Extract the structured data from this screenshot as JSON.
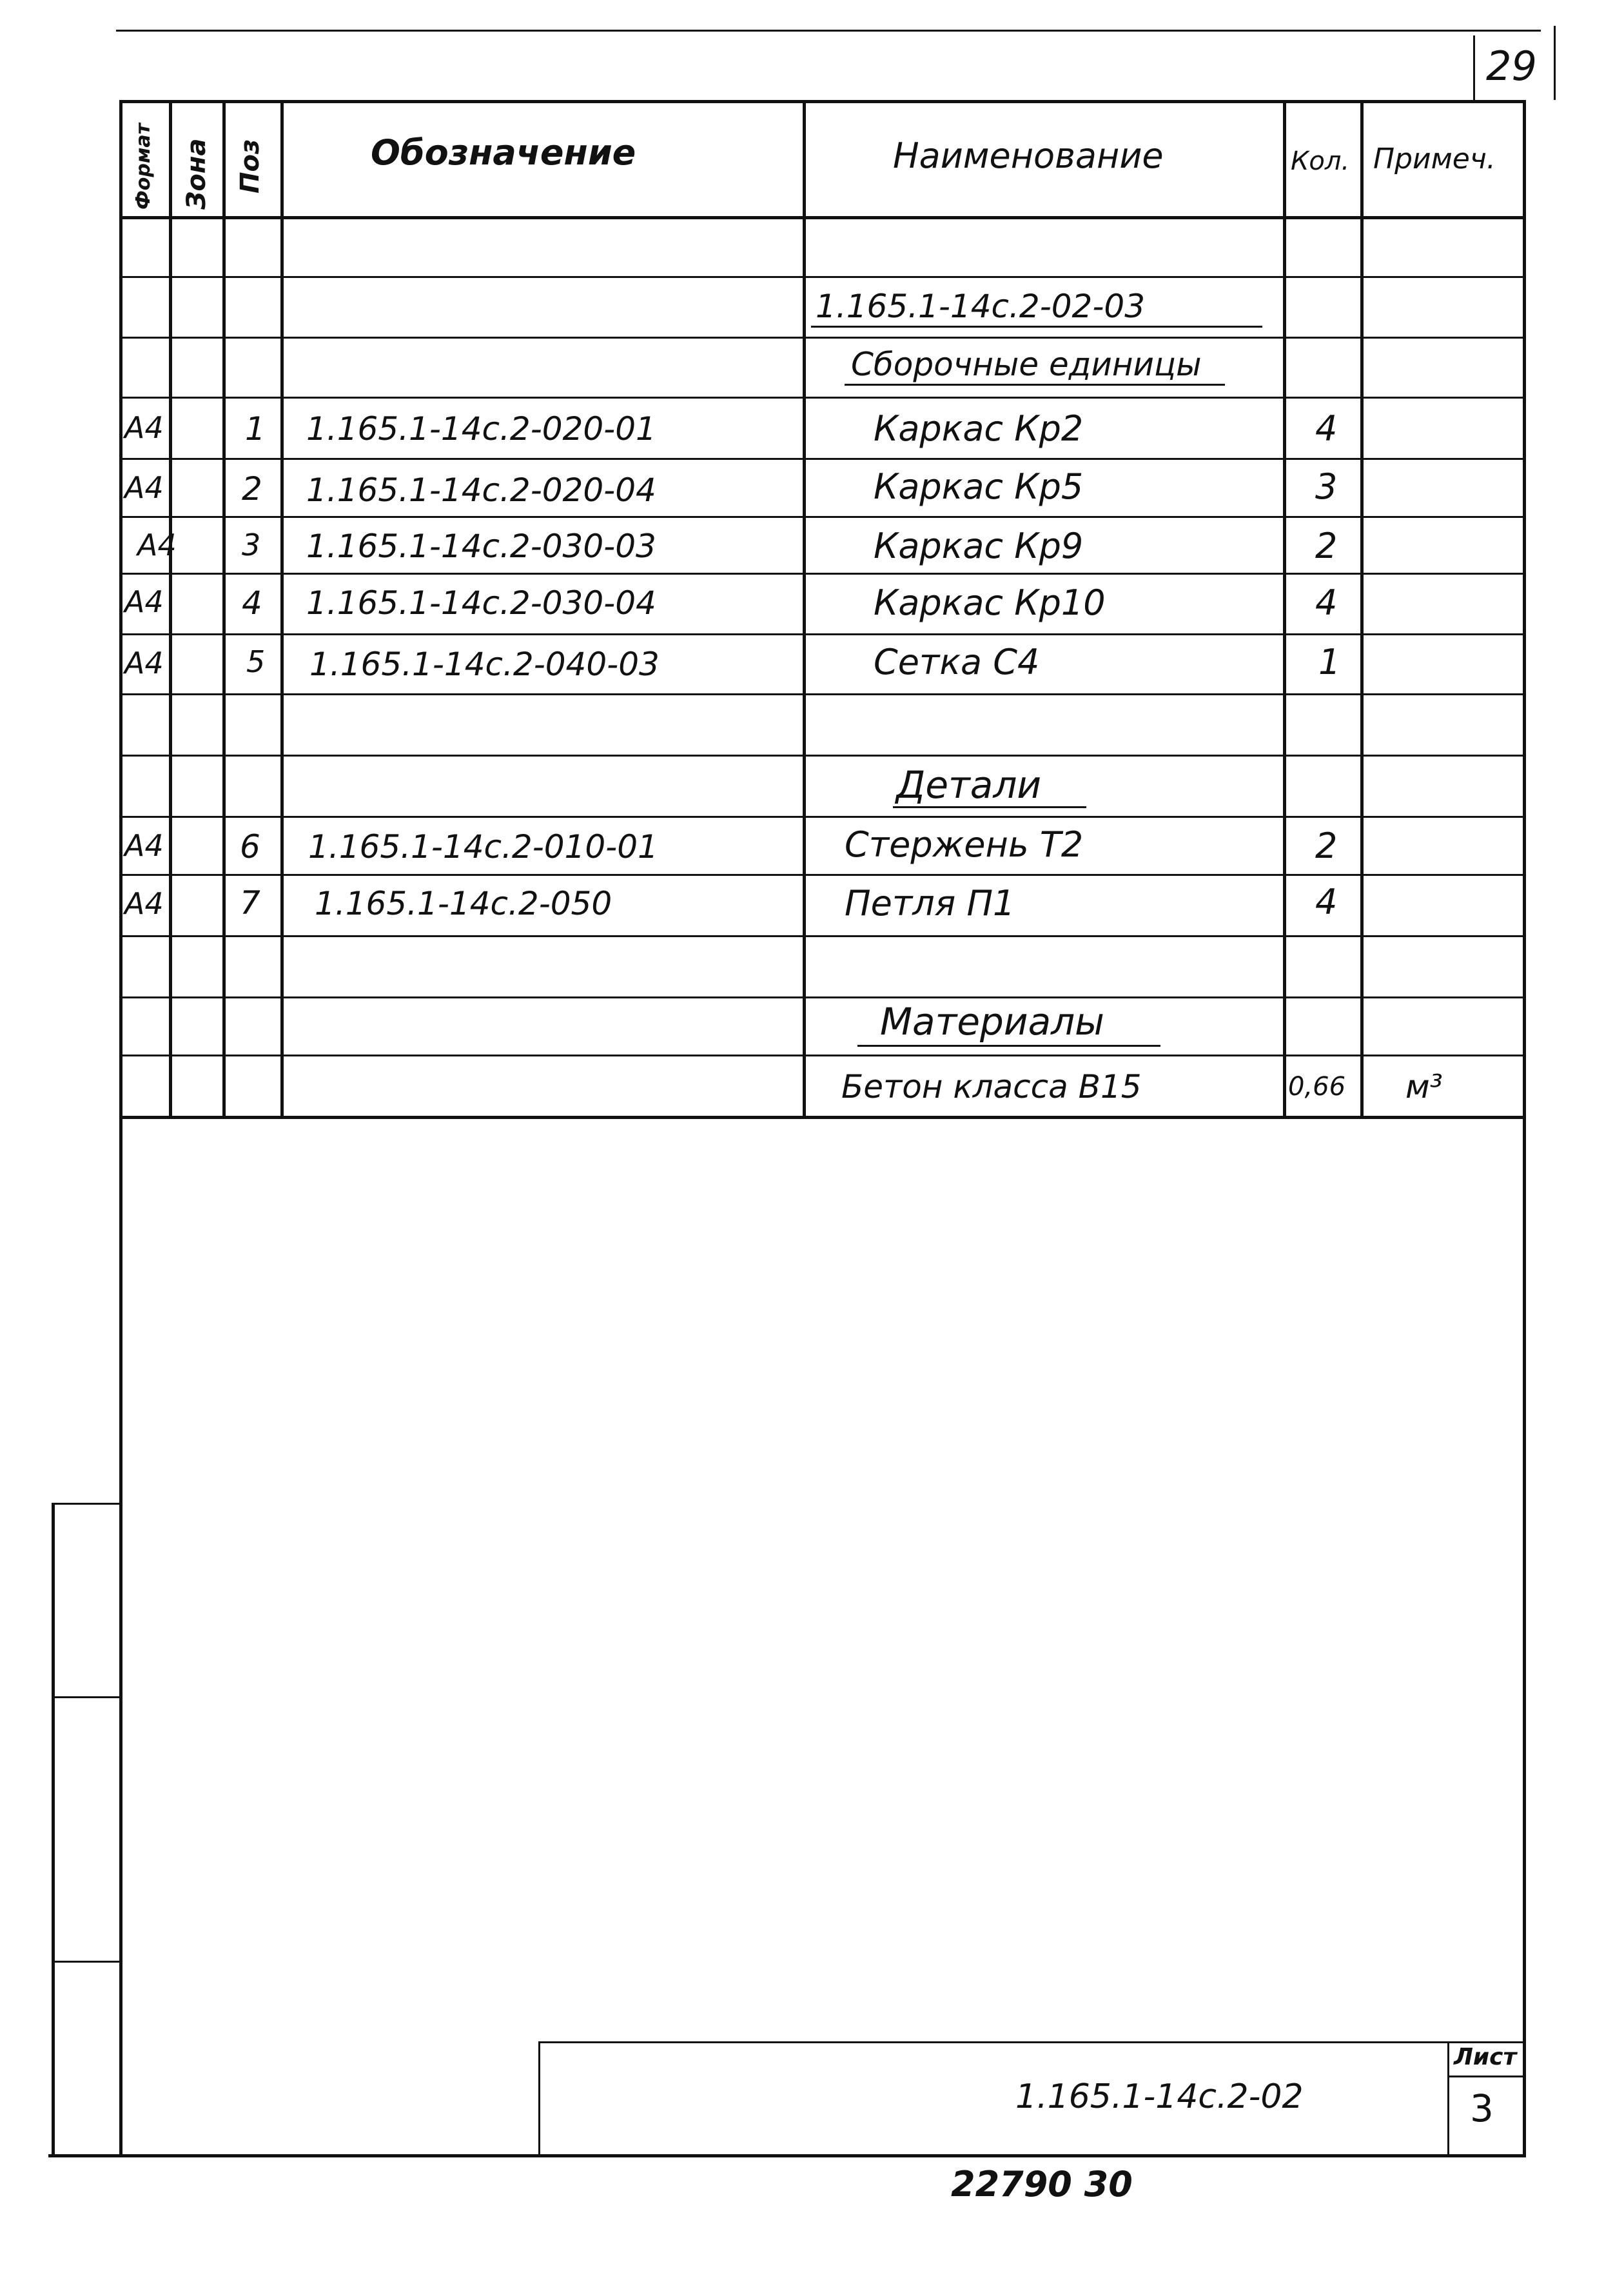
{
  "sheet_corner_number": "29",
  "table": {
    "headers": {
      "format": "Формат",
      "zone": "Зона",
      "pos": "Поз",
      "designation": "Обозначение",
      "name": "Наименование",
      "qty": "Кол.",
      "note": "Примеч."
    },
    "document_code": "1.165.1-14с.2-02-03",
    "section_assembly": "Сборочные единицы",
    "assembly_rows": [
      {
        "format": "А4",
        "pos": "1",
        "designation": "1.165.1-14с.2-020-01",
        "name": "Каркас Кр2",
        "qty": "4"
      },
      {
        "format": "А4",
        "pos": "2",
        "designation": "1.165.1-14с.2-020-04",
        "name": "Каркас Кр5",
        "qty": "3"
      },
      {
        "format": "А4",
        "pos": "3",
        "designation": "1.165.1-14с.2-030-03",
        "name": "Каркас Кр9",
        "qty": "2"
      },
      {
        "format": "А4",
        "pos": "4",
        "designation": "1.165.1-14с.2-030-04",
        "name": "Каркас Кр10",
        "qty": "4"
      },
      {
        "format": "А4",
        "pos": "5",
        "designation": "1.165.1-14с.2-040-03",
        "name": "Сетка С4",
        "qty": "1"
      }
    ],
    "section_details": "Детали",
    "detail_rows": [
      {
        "format": "А4",
        "pos": "6",
        "designation": "1.165.1-14с.2-010-01",
        "name": "Стержень Т2",
        "qty": "2"
      },
      {
        "format": "А4",
        "pos": "7",
        "designation": "1.165.1-14с.2-050",
        "name": "Петля П1",
        "qty": "4"
      }
    ],
    "section_materials": "Материалы",
    "material_rows": [
      {
        "name": "Бетон класса В15",
        "qty": "0,66",
        "note": "м³"
      }
    ]
  },
  "title_block": {
    "code": "1.165.1-14с.2-02",
    "sheet_label": "Лист",
    "sheet_number": "3"
  },
  "bottom_stamp": "22790 30"
}
